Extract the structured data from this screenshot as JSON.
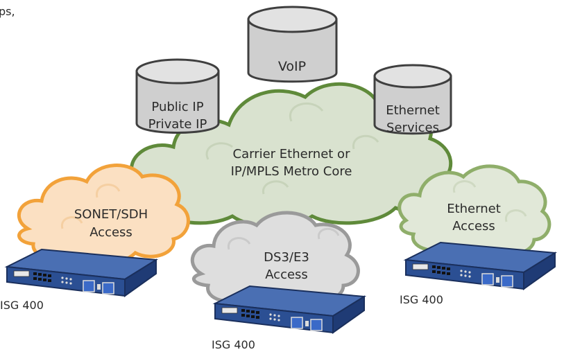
{
  "top_text_fragment": "ps,",
  "services": {
    "voip": "VoIP",
    "public_ip_line1": "Public IP",
    "public_ip_line2": "Private IP",
    "ethernet_services_line1": "Ethernet",
    "ethernet_services_line2": "Services"
  },
  "clouds": {
    "core_line1": "Carrier Ethernet or",
    "core_line2": "IP/MPLS Metro Core",
    "sonet_line1": "SONET/SDH",
    "sonet_line2": "Access",
    "ds3_line1": "DS3/E3",
    "ds3_line2": "Access",
    "ethernet_line1": "Ethernet",
    "ethernet_line2": "Access"
  },
  "devices": {
    "left": "ISG 400",
    "center": "ISG 400",
    "right": "ISG 400"
  },
  "colors": {
    "core_fill": "#d9e2cf",
    "core_stroke": "#5f8a3a",
    "sonet_fill": "#fbe0c2",
    "sonet_stroke": "#f2a23a",
    "ds3_fill": "#dedede",
    "ds3_stroke": "#9a9a9a",
    "eth_fill": "#e1e8d8",
    "eth_stroke": "#8fae6a",
    "cylinder_fill": "#cfcfcf",
    "device_blue": "#2b4f93"
  }
}
